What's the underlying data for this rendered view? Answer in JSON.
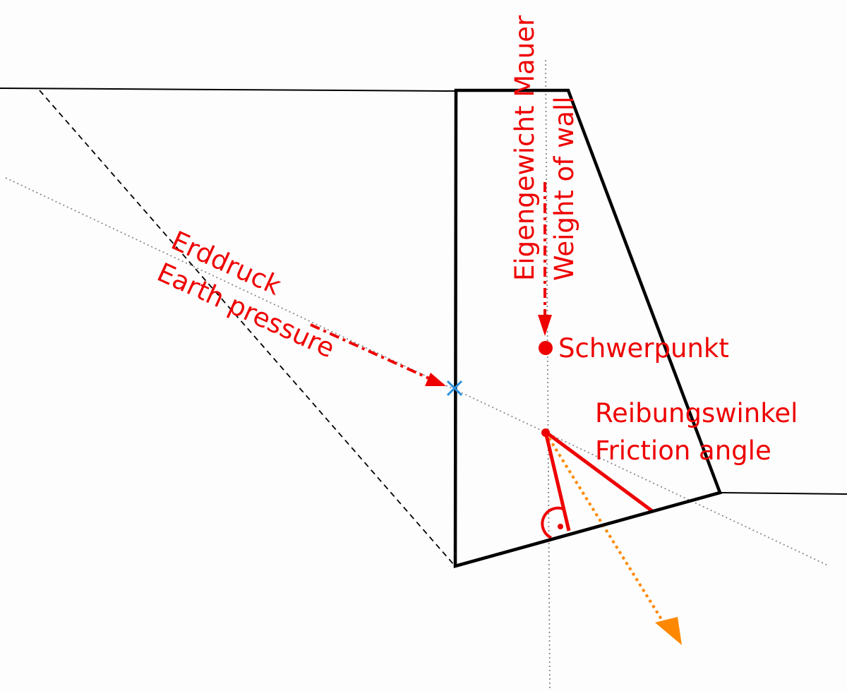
{
  "labels": {
    "earth_pressure_de": "Erddruck",
    "earth_pressure_en": "Earth pressure",
    "weight_de": "Eigengewicht Mauer",
    "weight_en": "Weight of wall",
    "centroid": "Schwerpunkt",
    "friction_de": "Reibungswinkel",
    "friction_en": "Friction angle"
  },
  "colors": {
    "structure": "#000000",
    "annotation": "#ee0000",
    "resultant": "#ff8800",
    "contact_point": "#2a8fdc",
    "guide": "#888888"
  }
}
